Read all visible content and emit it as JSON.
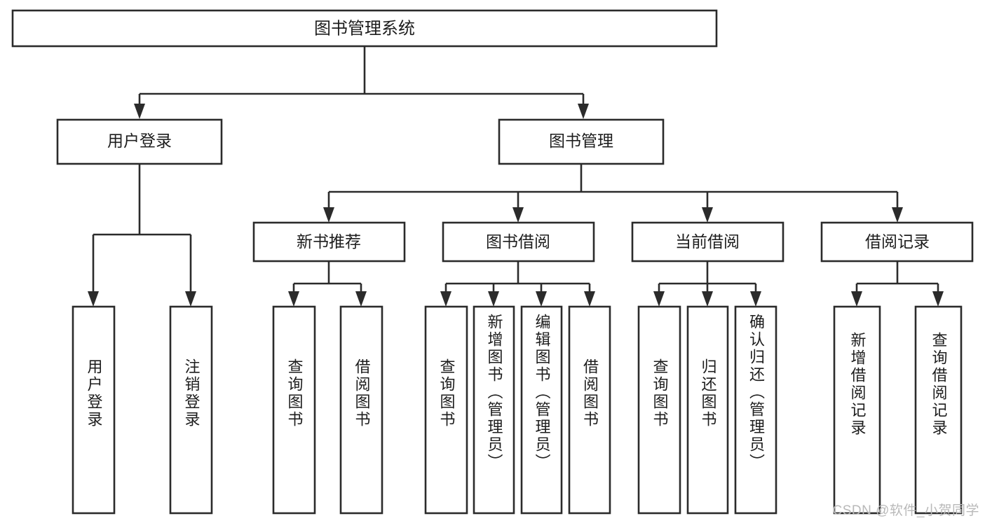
{
  "diagram": {
    "title": "图书管理系统",
    "type": "tree",
    "orientation": "top-down",
    "root": {
      "label": "图书管理系统",
      "children": [
        {
          "label": "用户登录",
          "children": [
            {
              "label": "用户登录"
            },
            {
              "label": "注销登录"
            }
          ]
        },
        {
          "label": "图书管理",
          "children": [
            {
              "label": "新书推荐",
              "children": [
                {
                  "label": "查询图书"
                },
                {
                  "label": "借阅图书"
                }
              ]
            },
            {
              "label": "图书借阅",
              "children": [
                {
                  "label": "查询图书"
                },
                {
                  "label": "新增图书（管理员）"
                },
                {
                  "label": "编辑图书（管理员）"
                },
                {
                  "label": "借阅图书"
                }
              ]
            },
            {
              "label": "当前借阅",
              "children": [
                {
                  "label": "查询图书"
                },
                {
                  "label": "归还图书"
                },
                {
                  "label": "确认归还（管理员）"
                }
              ]
            },
            {
              "label": "借阅记录",
              "children": [
                {
                  "label": "新增借阅记录"
                },
                {
                  "label": "查询借阅记录"
                }
              ]
            }
          ]
        }
      ]
    }
  },
  "labels": {
    "root": "图书管理系统",
    "l2_user_login": "用户登录",
    "l2_book_manage": "图书管理",
    "l3_new_book_rec": "新书推荐",
    "l3_book_borrow": "图书借阅",
    "l3_current_borrow": "当前借阅",
    "l3_borrow_record": "借阅记录",
    "leaf_user_login": "用户登录",
    "leaf_logout": "注销登录",
    "leaf_rec_query": "查询图书",
    "leaf_rec_borrow": "借阅图书",
    "leaf_borrow_query": "查询图书",
    "leaf_add_book": "新增图书（管理员）",
    "leaf_edit_book": "编辑图书（管理员）",
    "leaf_borrow_book": "借阅图书",
    "leaf_cur_query": "查询图书",
    "leaf_return_book": "归还图书",
    "leaf_confirm_return": "确认归还（管理员）",
    "leaf_add_record": "新增借阅记录",
    "leaf_query_record": "查询借阅记录"
  },
  "watermark": {
    "text": "CSDN @软件_小贺同学"
  },
  "colors": {
    "stroke": "#2b2b2b",
    "box_fill": "#ffffff",
    "text": "#1d1d1d",
    "background": "#ffffff",
    "watermark": "#b9b9b9"
  }
}
